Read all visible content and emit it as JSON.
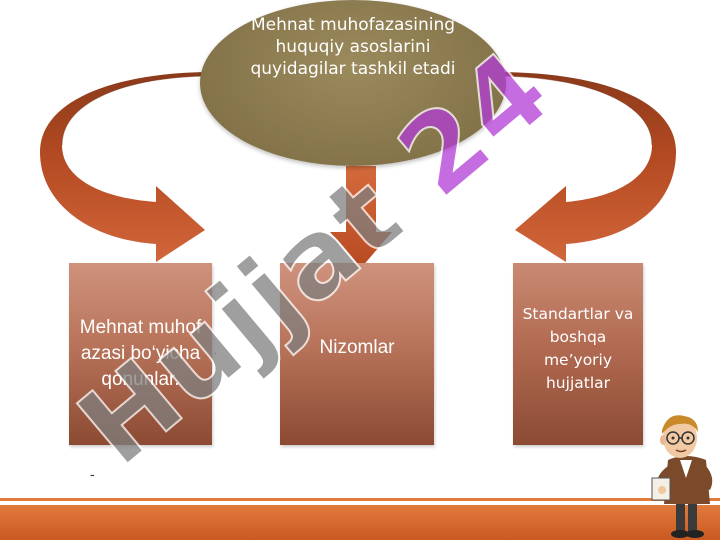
{
  "ellipse": {
    "text": "Mehnat muhofazasining huquqiy asoslarini quyidagilar tashkil etadi"
  },
  "boxes": {
    "left": "Mehnat muhofazasi bo‘yicha qonunlar.",
    "middle": "Nizomlar",
    "right": "Standartlar va boshqa me’yoriy hujjatlar"
  },
  "watermark": {
    "text": "Hujjat 24"
  },
  "colors": {
    "ellipse": "#85744a",
    "box": "#b8745a",
    "arrow": "#c95a2c",
    "arrow_dark": "#8a3a1a",
    "footer": "#d96a2e",
    "watermark": "#7f7f7f",
    "watermark_digits": "#b23cd6"
  },
  "icons": [
    "curved-arrow-left-icon",
    "curved-arrow-right-icon",
    "down-arrow-icon",
    "cartoon-man-icon"
  ]
}
